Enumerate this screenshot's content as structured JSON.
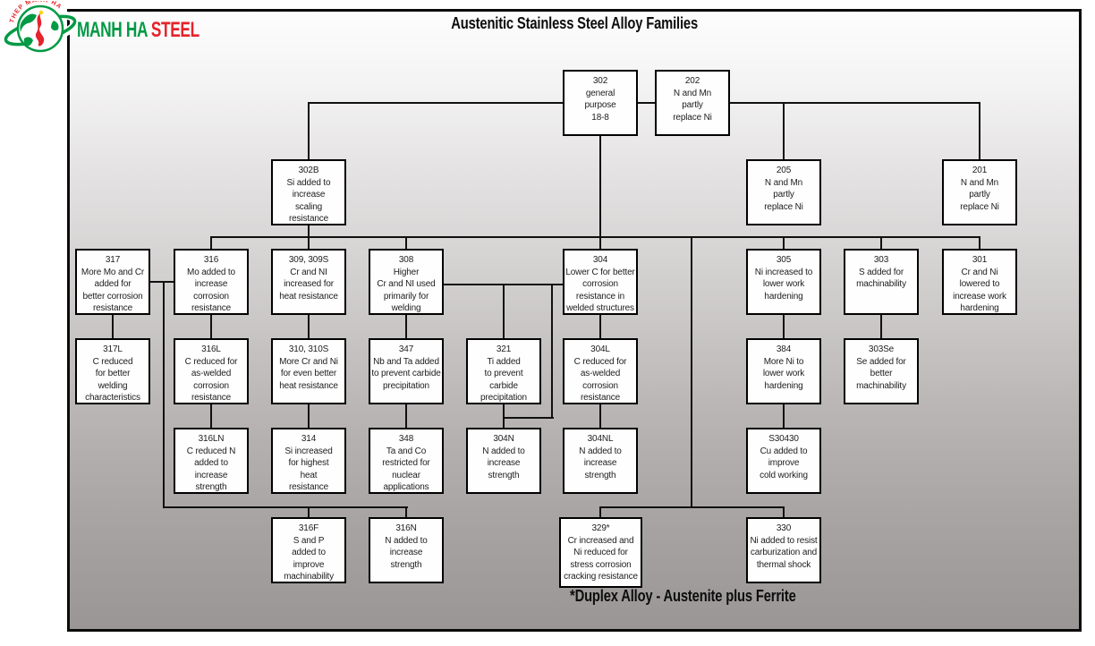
{
  "brand": {
    "name_green": "MANH HA",
    "name_red": "STEEL",
    "globe_arc_text": "THEP MANH HA",
    "green": "#009a44",
    "red": "#e5232b"
  },
  "title": "Austenitic Stainless Steel Alloy Families",
  "footnote": "*Duplex Alloy - Austenite plus Ferrite",
  "nodes": {
    "n302": {
      "text": "302\ngeneral\npurpose\n18-8"
    },
    "n202": {
      "text": "202\nN and Mn\npartly\nreplace Ni"
    },
    "n302B": {
      "text": "302B\nSi added to\nincrease\nscaling\nresistance"
    },
    "n205": {
      "text": "205\nN and Mn\npartly\nreplace Ni"
    },
    "n201": {
      "text": "201\nN and Mn\npartly\nreplace Ni"
    },
    "n317": {
      "text": "317\nMore Mo and Cr\nadded for\nbetter corrosion\nresistance"
    },
    "n316": {
      "text": "316\nMo added to\nincrease\ncorrosion\nresistance"
    },
    "n309": {
      "text": "309, 309S\nCr and NI\nincreased for\nheat resistance"
    },
    "n308": {
      "text": "308\nHigher\nCr and NI used\nprimarily for\nwelding"
    },
    "n304": {
      "text": "304\nLower C for better\ncorrosion\nresistance in\nwelded structures"
    },
    "n305": {
      "text": "305\nNi increased to\nlower work\nhardening"
    },
    "n303": {
      "text": "303\nS added for\nmachinability"
    },
    "n301": {
      "text": "301\nCr and Ni\nlowered to\nincrease work\nhardening"
    },
    "n317L": {
      "text": "317L\nC reduced\nfor better\nwelding\ncharacteristics"
    },
    "n316L": {
      "text": "316L\nC reduced for\nas-welded\ncorrosion\nresistance"
    },
    "n310": {
      "text": "310, 310S\nMore Cr and Ni\nfor even better\nheat resistance"
    },
    "n347": {
      "text": "347\nNb and Ta added\nto prevent carbide\nprecipitation"
    },
    "n321": {
      "text": "321\nTi added\nto prevent\ncarbide\nprecipitation"
    },
    "n304L": {
      "text": "304L\nC reduced for\nas-welded\ncorrosion\nresistance"
    },
    "n384": {
      "text": "384\nMore Ni to\nlower work\nhardening"
    },
    "n303Se": {
      "text": "303Se\nSe added for\nbetter\nmachinability"
    },
    "n316LN": {
      "text": "316LN\nC reduced N\nadded to\nincrease\nstrength"
    },
    "n314": {
      "text": "314\nSi increased\nfor highest\nheat\nresistance"
    },
    "n348": {
      "text": "348\nTa and Co\nrestricted for\nnuclear\napplications"
    },
    "n304N": {
      "text": "304N\nN added to\nincrease\nstrength"
    },
    "n304NL": {
      "text": "304NL\nN added to\nincrease\nstrength"
    },
    "nS30430": {
      "text": "S30430\nCu added to\nimprove\ncold working"
    },
    "n316F": {
      "text": "316F\nS and P\nadded to\nimprove\nmachinability"
    },
    "n316N": {
      "text": "316N\nN added to\nincrease\nstrength"
    },
    "n329": {
      "text": "329*\nCr increased and\nNi reduced for\nstress corrosion\ncracking resistance"
    },
    "n330": {
      "text": "330\nNi added to resist\ncarburization and\nthermal shock"
    }
  },
  "edges": [
    [
      "302",
      "302B"
    ],
    [
      "302",
      "316"
    ],
    [
      "302",
      "309, 309S"
    ],
    [
      "302",
      "308"
    ],
    [
      "302",
      "304"
    ],
    [
      "302",
      "305"
    ],
    [
      "302",
      "303"
    ],
    [
      "302",
      "301"
    ],
    [
      "302",
      "202"
    ],
    [
      "202",
      "205"
    ],
    [
      "202",
      "201"
    ],
    [
      "317",
      "316"
    ],
    [
      "317",
      "317L"
    ],
    [
      "316",
      "316L"
    ],
    [
      "316L",
      "316LN"
    ],
    [
      "316-branch",
      "316F"
    ],
    [
      "316-branch",
      "316N"
    ],
    [
      "309, 309S",
      "310, 310S"
    ],
    [
      "310, 310S",
      "314"
    ],
    [
      "308",
      "347"
    ],
    [
      "347",
      "348"
    ],
    [
      "308/304-line",
      "321"
    ],
    [
      "308/304-line",
      "304N"
    ],
    [
      "304",
      "304L"
    ],
    [
      "304L",
      "304NL"
    ],
    [
      "302-line",
      "329*"
    ],
    [
      "302-line",
      "330"
    ],
    [
      "305",
      "384"
    ],
    [
      "384",
      "S30430"
    ],
    [
      "303",
      "303Se"
    ]
  ]
}
